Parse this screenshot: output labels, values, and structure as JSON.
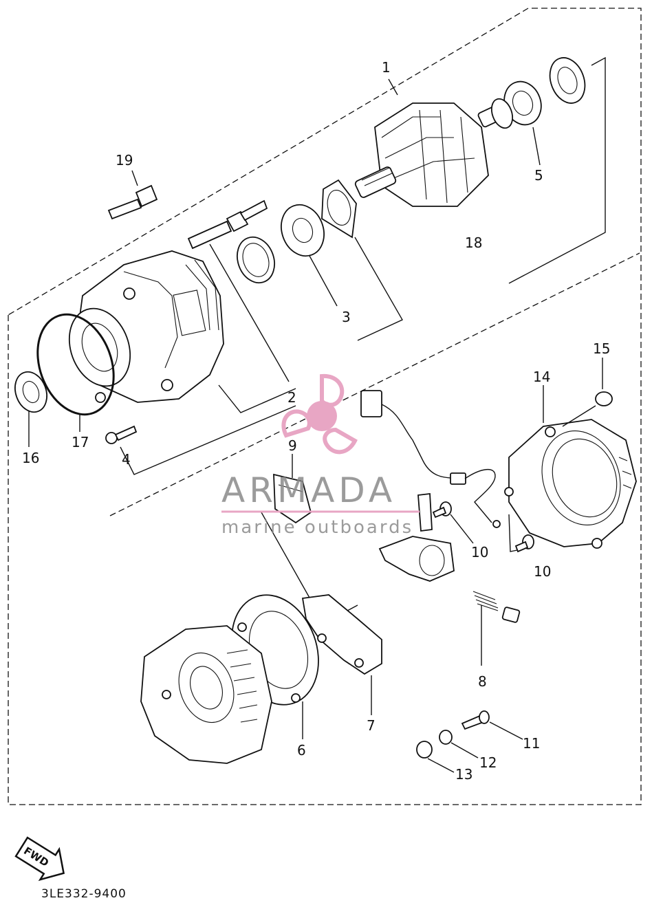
{
  "diagram": {
    "callouts": [
      "1",
      "2",
      "3",
      "4",
      "5",
      "6",
      "7",
      "8",
      "9",
      "10",
      "10",
      "11",
      "12",
      "13",
      "14",
      "15",
      "16",
      "17",
      "18",
      "19"
    ],
    "drawing_code": "3LE332-9400",
    "direction_label": "FWD"
  },
  "watermark": {
    "brand": "ARMADA",
    "tagline": "marine outboards",
    "color": "#e8a6c4"
  }
}
